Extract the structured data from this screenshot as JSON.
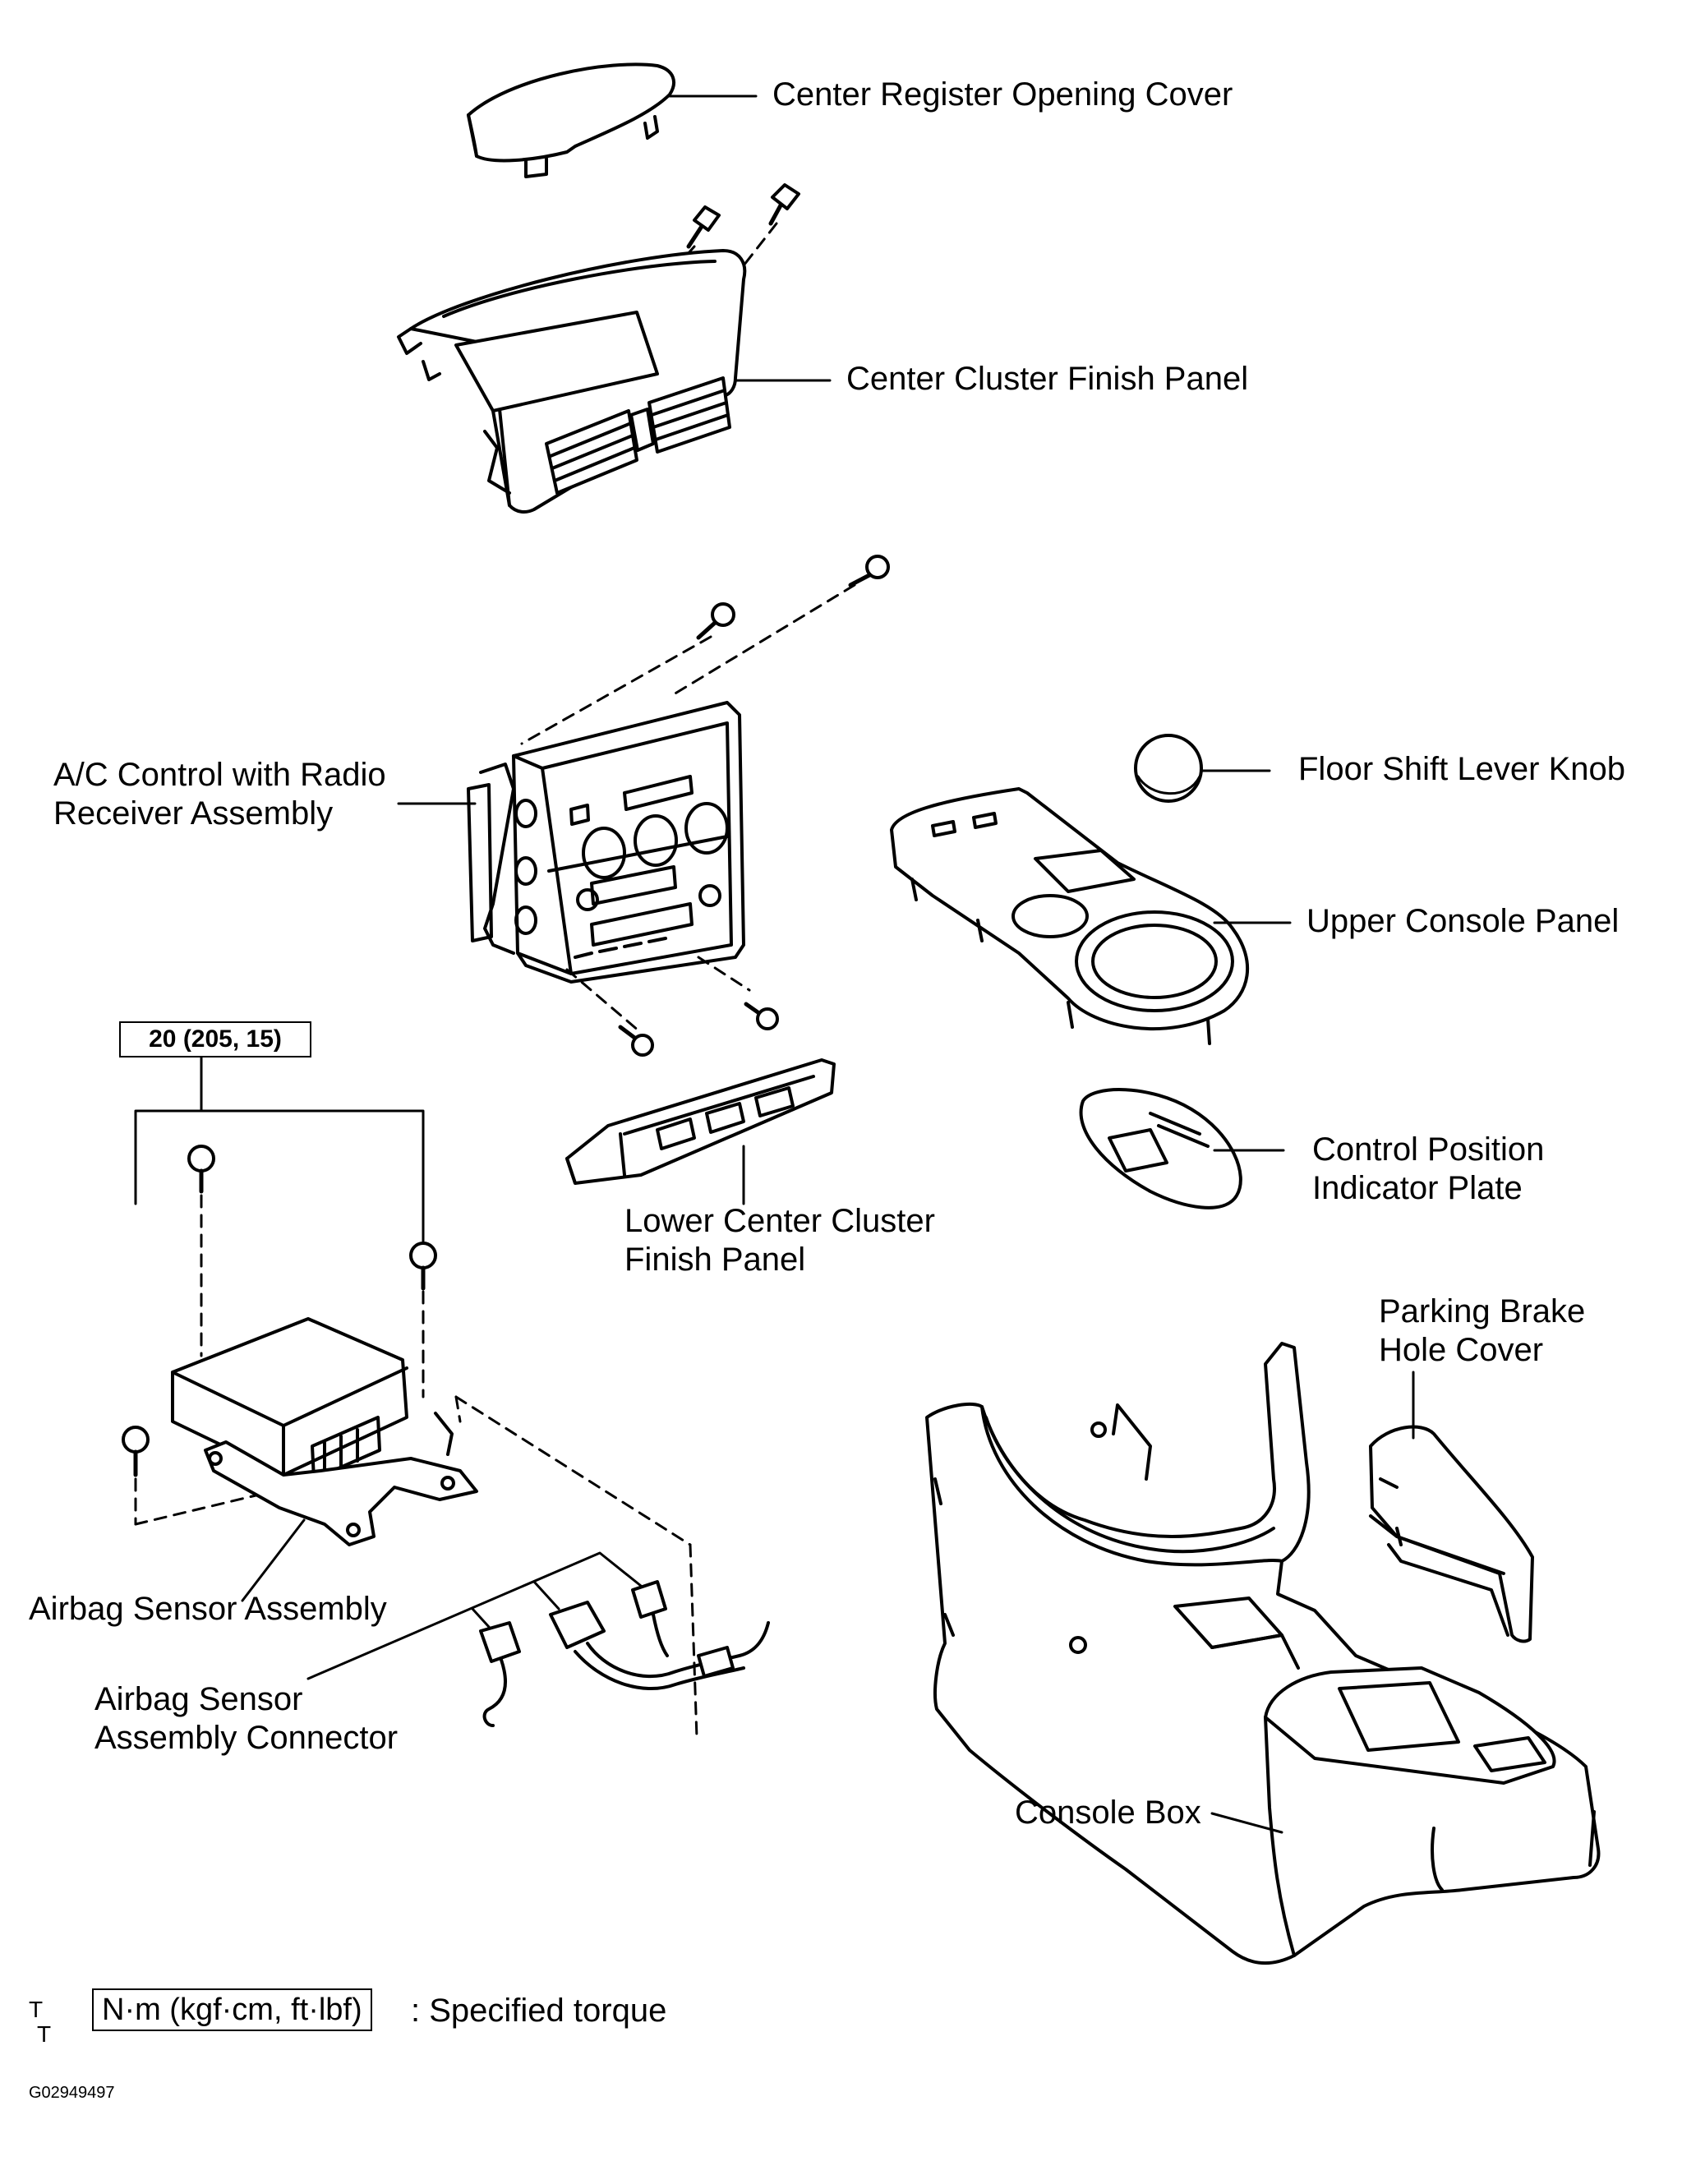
{
  "labels": {
    "center_register_cover": "Center Register Opening Cover",
    "center_cluster_finish_panel": "Center Cluster Finish Panel",
    "ac_control_line1": "A/C Control with Radio",
    "ac_control_line2": "Receiver Assembly",
    "floor_shift_knob": "Floor Shift Lever Knob",
    "upper_console_panel": "Upper Console Panel",
    "lower_cluster_line1": "Lower Center Cluster",
    "lower_cluster_line2": "Finish Panel",
    "control_position_line1": "Control Position",
    "control_position_line2": "Indicator Plate",
    "parking_brake_line1": "Parking Brake",
    "parking_brake_line2": "Hole Cover",
    "airbag_sensor_assembly": "Airbag Sensor Assembly",
    "airbag_connector_line1": "Airbag Sensor",
    "airbag_connector_line2": "Assembly Connector",
    "console_box": "Console Box"
  },
  "torque": {
    "value": "20 (205, 15)"
  },
  "legend": {
    "unit_box": "N·m (kgf·cm, ft·lbf)",
    "description": ": Specified torque",
    "mark_top": "T",
    "mark_bottom": "T"
  },
  "figure_id": "G02949497"
}
